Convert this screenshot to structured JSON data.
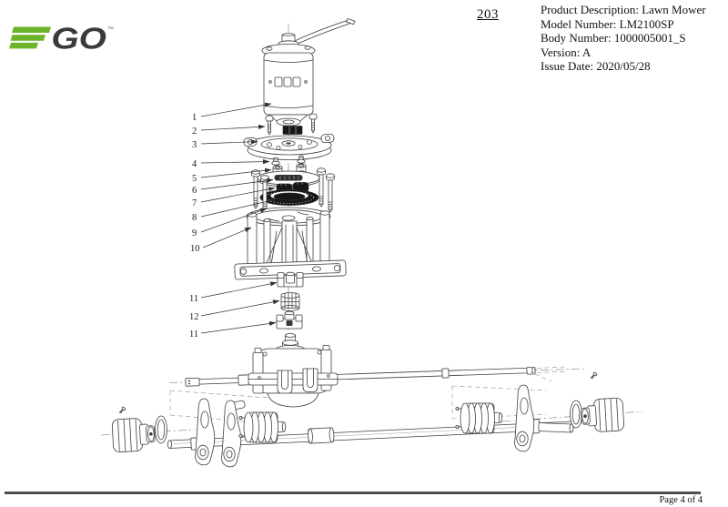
{
  "colors": {
    "logo_green": "#6db32b",
    "logo_dark": "#3a3a3c",
    "line": "#3f3f3f",
    "footer_bar": "#4d4d4d"
  },
  "header": {
    "logo": {
      "brand": "EGO",
      "go_text": "GO",
      "tm": "™"
    },
    "page_number": "203",
    "product_info": {
      "lines": [
        {
          "text": "Product Description: Lawn Mower"
        },
        {
          "text": "Model Number: LM2100SP"
        },
        {
          "text": "Body Number: 1000005001_S"
        },
        {
          "text": "Version: A"
        },
        {
          "text": "Issue Date: 2020/05/28"
        }
      ]
    }
  },
  "diagram": {
    "description": "Exploded view of motor, gear housing and drive axle assembly",
    "callouts": [
      {
        "label": "1"
      },
      {
        "label": "2"
      },
      {
        "label": "3"
      },
      {
        "label": "4"
      },
      {
        "label": "5"
      },
      {
        "label": "6"
      },
      {
        "label": "7"
      },
      {
        "label": "8"
      },
      {
        "label": "9"
      },
      {
        "label": "10"
      },
      {
        "label": "11"
      },
      {
        "label": "12"
      },
      {
        "label": "11"
      }
    ]
  },
  "footer": {
    "page_label": "Page 4 of 4"
  }
}
